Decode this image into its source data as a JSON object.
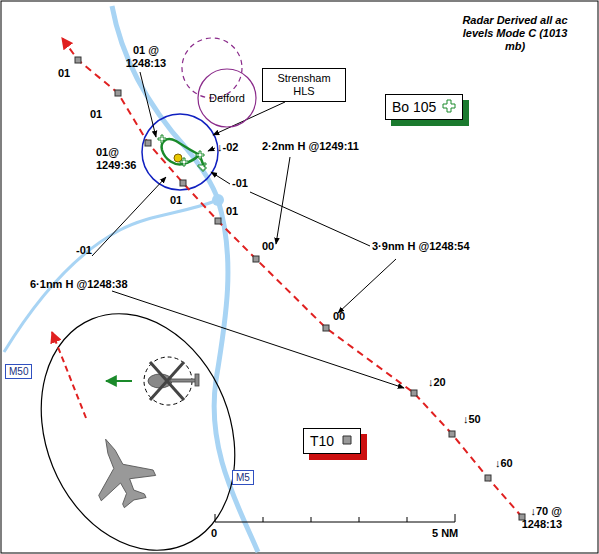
{
  "diagram": {
    "nodes": [
      {
        "text": [
          "Strensham HLS"
        ]
      },
      {
        "text": [
          "Defford"
        ]
      },
      {
        "text": [
          "Bo 105"
        ]
      },
      {
        "text": [
          "M50"
        ]
      },
      {
        "text": [
          "T10"
        ]
      },
      {
        "text": [
          "M5"
        ]
      }
    ],
    "labels": [
      "Radar Derived all ac levels Mode C (1013 mb)",
      "01",
      "01",
      "01 @ 1248:13",
      "01@ 1249:36",
      "01",
      "01",
      "00",
      "00",
      "↓20",
      "↓50",
      "↓60",
      "↓70 @ 1248:13",
      "↓-02",
      "-01",
      "-01",
      "2·2nm H @1249:11",
      "3·9nm H @1248:54",
      "6·1nm H @1248:38",
      "0",
      "5 NM"
    ]
  }
}
